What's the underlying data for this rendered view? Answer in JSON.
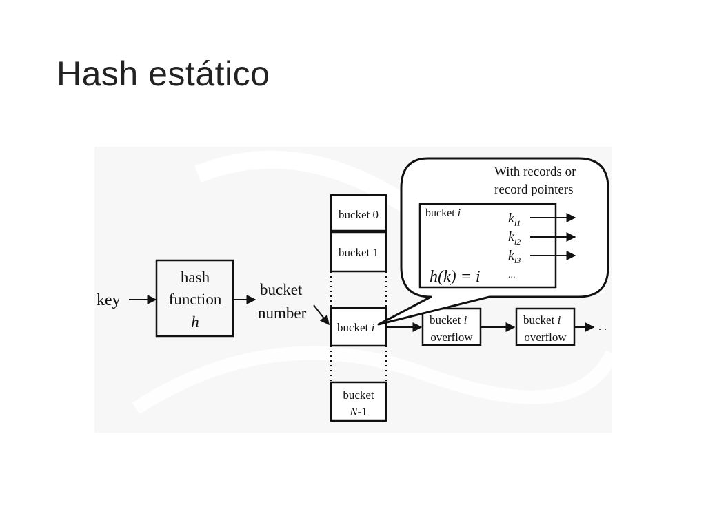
{
  "slide": {
    "title": "Hash estático"
  },
  "diagram": {
    "key_label": "key",
    "hash_function": {
      "line1": "hash",
      "line2": "function",
      "line3": "h"
    },
    "bucket_number": {
      "line1": "bucket",
      "line2": "number"
    },
    "buckets": {
      "b0": "bucket 0",
      "b1": "bucket 1",
      "bi_prefix": "bucket",
      "bi_index": "i",
      "bn_line1": "bucket",
      "bn_line2_italic": "N",
      "bn_line2_rest": "-1"
    },
    "overflow": {
      "prefix": "bucket",
      "index": "i",
      "line2": "overflow",
      "ellipsis": ". ."
    },
    "callout": {
      "note_line1": "With records or",
      "note_line2": "record pointers",
      "bucket_prefix": "bucket",
      "bucket_index": "i",
      "key_letter": "k",
      "key_subs": [
        "i1",
        "i2",
        "i3"
      ],
      "ellipsis": "...",
      "formula": "h(k) = i"
    },
    "colors": {
      "stroke": "#111111",
      "background_tint": "#f4f4f4"
    }
  }
}
